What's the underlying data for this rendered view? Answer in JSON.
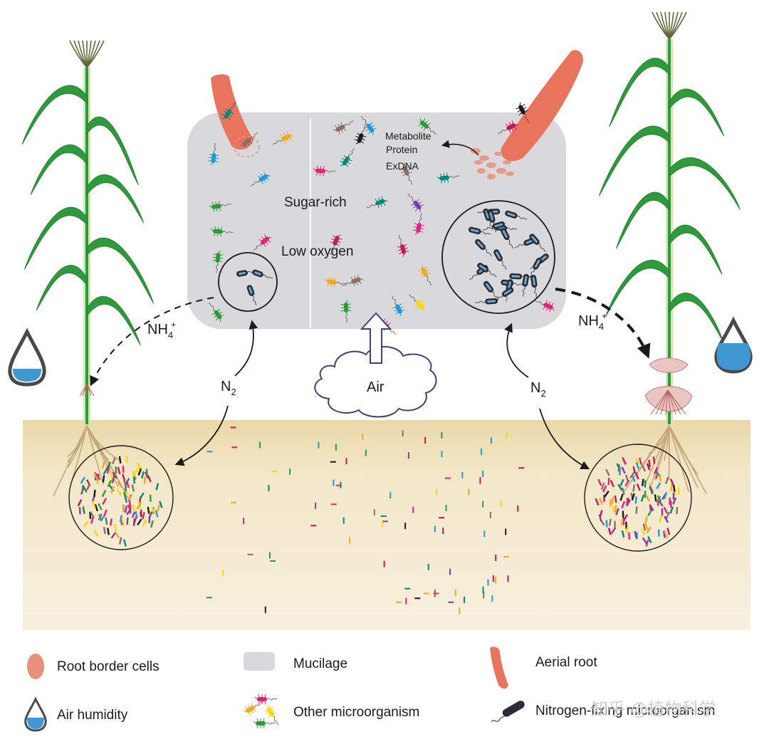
{
  "mucilage_box": {
    "sugar_label": "Sugar-rich",
    "oxygen_label": "Low  oxygen",
    "secretions": [
      "Metabolite",
      "Protein",
      "ExDNA"
    ]
  },
  "air_label": "Air",
  "left_plant": {
    "nh4_main": "NH",
    "nh4_sub": "4",
    "nh4_sup": "+",
    "n2_main": "N",
    "n2_sub": "2"
  },
  "right_plant": {
    "nh4_main": "NH",
    "nh4_sub": "4",
    "nh4_sup": "+",
    "n2_main": "N",
    "n2_sub": "2"
  },
  "legend": {
    "root_border_cells": "Root border cells",
    "mucilage": "Mucilage",
    "aerial_root": "Aerial  root",
    "air_humidity": "Air  humidity",
    "other_microorganism": "Other microorganism",
    "nitrogen_fixing": "Nitrogen-fixing microorganism"
  },
  "watermark": "知乎 @植物科学",
  "colors": {
    "mucilage": "#d9d9db",
    "soil": "#f1e5c6",
    "aerial_root": "#e8745e",
    "border_cells": "#e8907c",
    "leaf": "#2e9a3c",
    "water": "#3f98d2",
    "nitrogen_fixer": "#2b2b3a"
  }
}
